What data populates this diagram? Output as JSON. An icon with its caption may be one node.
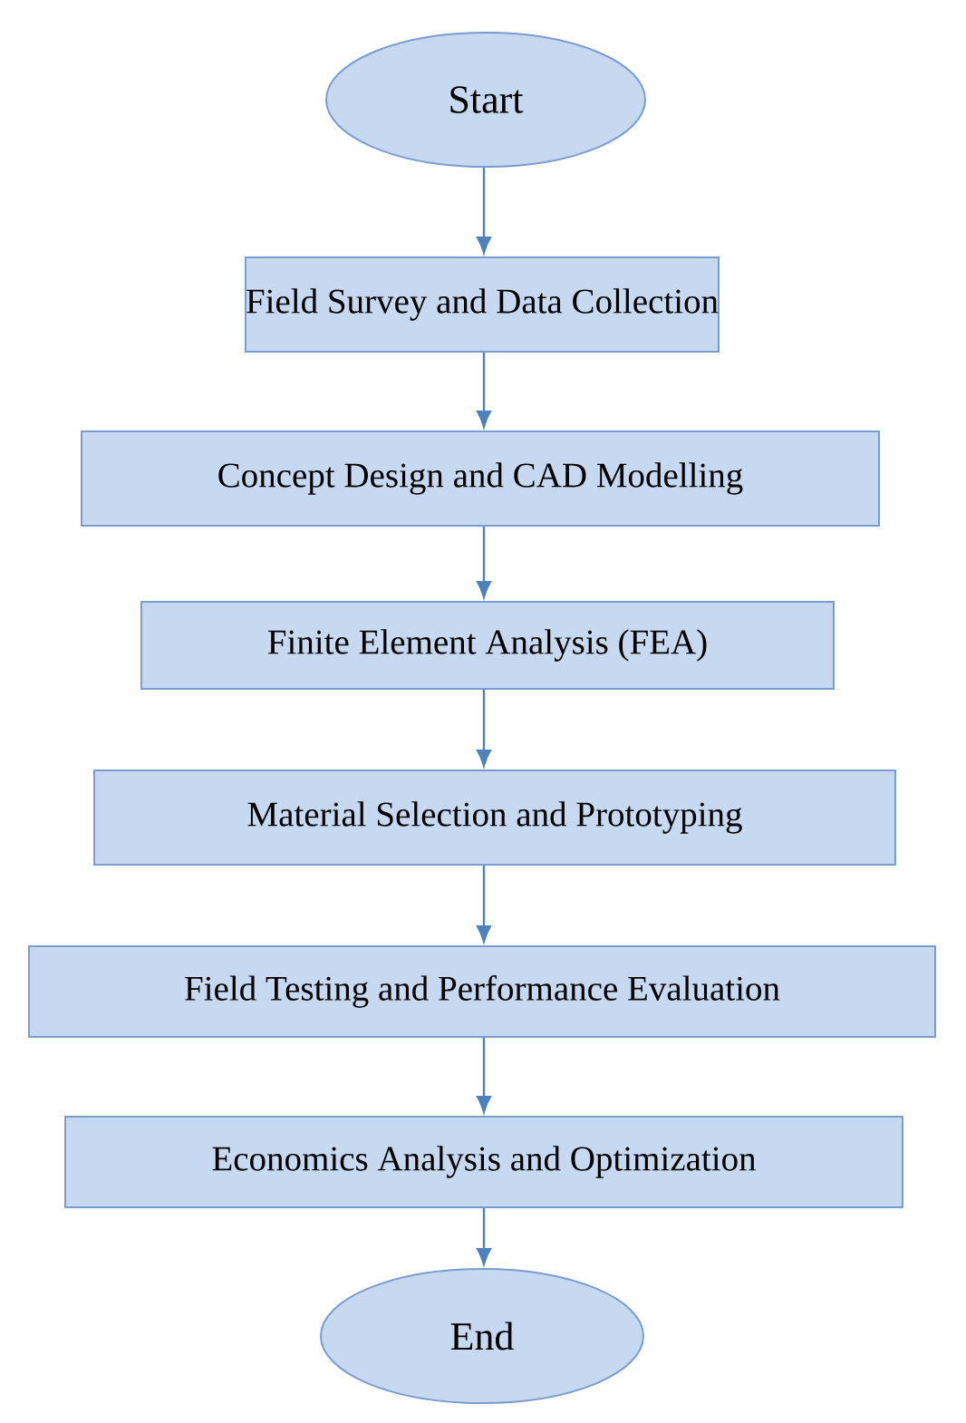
{
  "diagram": {
    "nodes": [
      {
        "text": [
          "Start"
        ]
      },
      {
        "text": [
          "Field Survey and Data Collection"
        ]
      },
      {
        "text": [
          "Concept Design and CAD Modelling"
        ]
      },
      {
        "text": [
          "Finite Element Analysis (FEA)"
        ]
      },
      {
        "text": [
          "Material Selection and Prototyping"
        ]
      },
      {
        "text": [
          "Field Testing and Performance Evaluation"
        ]
      },
      {
        "text": [
          "Economics Analysis and Optimization"
        ]
      },
      {
        "text": [
          "End"
        ]
      }
    ],
    "edges": [
      {
        "from": 0,
        "to": 1,
        "arrow": "to"
      },
      {
        "from": 1,
        "to": 2,
        "arrow": "to"
      },
      {
        "from": 2,
        "to": 3,
        "arrow": "to"
      },
      {
        "from": 3,
        "to": 4,
        "arrow": "to"
      },
      {
        "from": 4,
        "to": 5,
        "arrow": "to"
      },
      {
        "from": 5,
        "to": 6,
        "arrow": "to"
      },
      {
        "from": 6,
        "to": 7,
        "arrow": "to"
      }
    ]
  }
}
